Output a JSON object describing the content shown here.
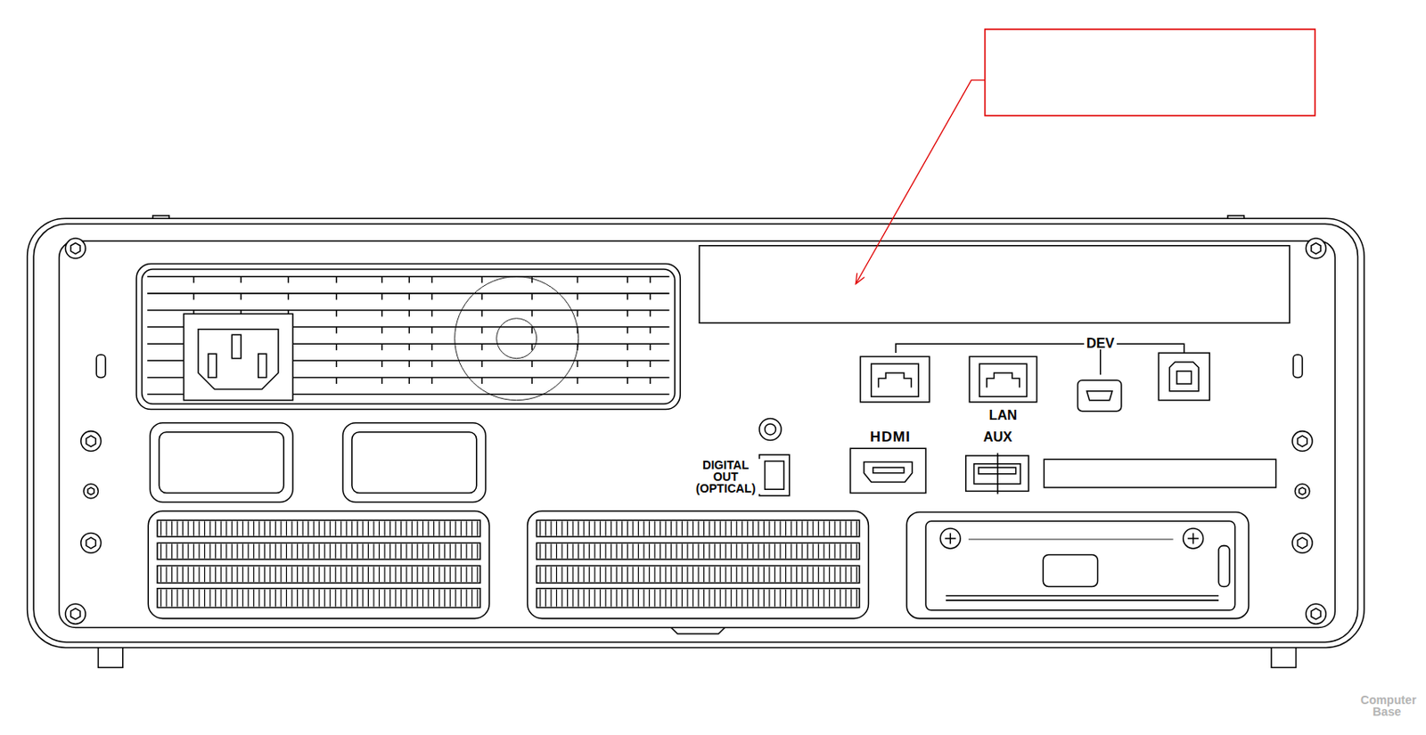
{
  "diagram": {
    "labels": [
      "DEV",
      "LAN",
      "HDMI",
      "AUX",
      "DIGITAL OUT (OPTICAL)",
      "Computer Base"
    ]
  }
}
